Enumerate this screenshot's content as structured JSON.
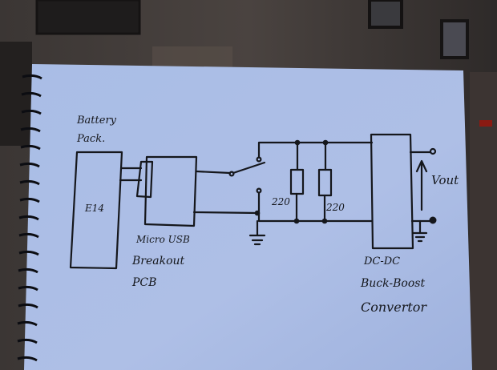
{
  "diagram": {
    "battery_title_line1": "Battery",
    "battery_title_line2": "Pack.",
    "battery_model": "E14",
    "usb_label_line1": "Micro USB",
    "usb_label_line2": "Breakout",
    "usb_label_line3": "PCB",
    "resistor1_value": "220",
    "resistor2_value": "220",
    "converter_label_line1": "DC-DC",
    "converter_label_line2": "Buck-Boost",
    "converter_label_line3": "Convertor",
    "output_label": "Vout"
  },
  "colors": {
    "paper": "#a9bde6",
    "ink": "#15171c",
    "background": "#2a2624"
  }
}
